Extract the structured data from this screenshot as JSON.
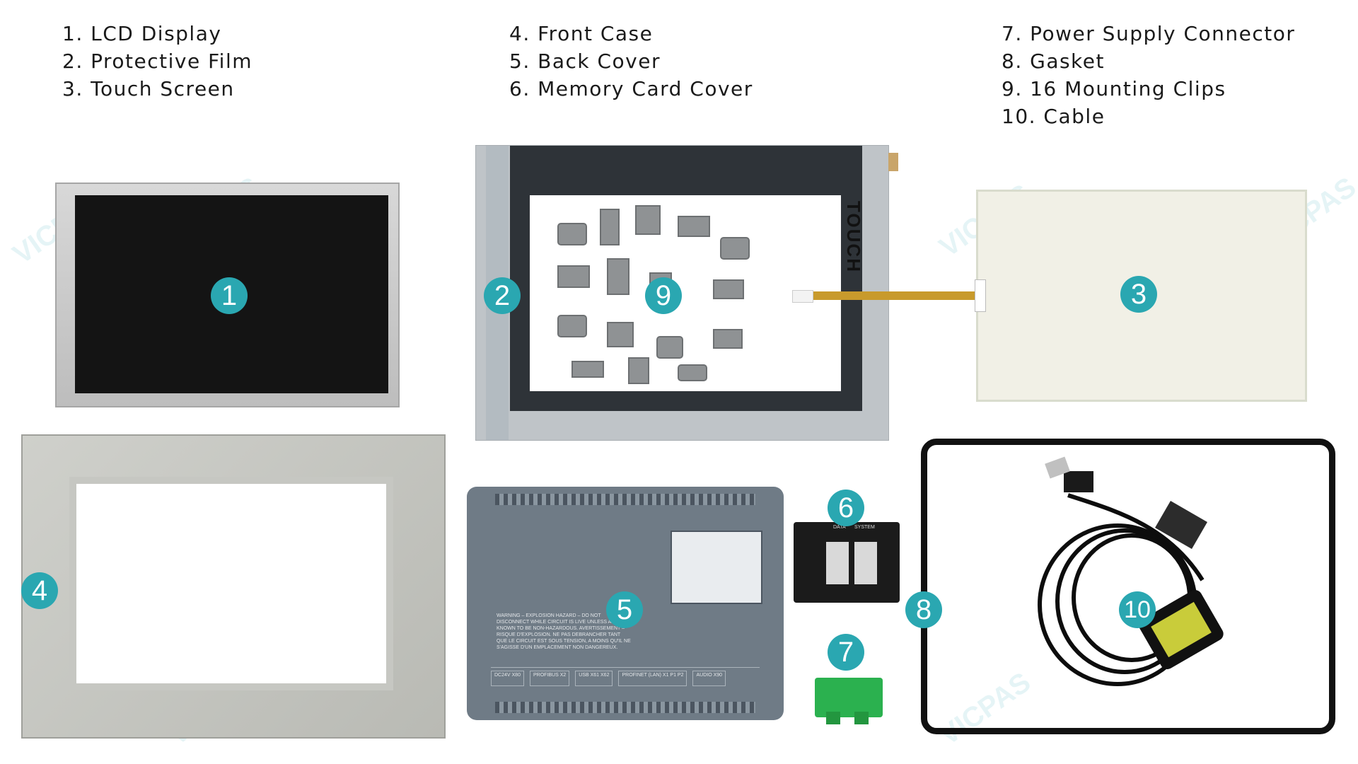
{
  "legend": {
    "col1": [
      "1. LCD Display",
      "2. Protective Film",
      "3. Touch Screen"
    ],
    "col2": [
      "4. Front Case",
      "5. Back Cover",
      "6. Memory Card Cover"
    ],
    "col3": [
      "7. Power Supply Connector",
      "8. Gasket",
      "9. 16 Mounting Clips",
      "10. Cable"
    ]
  },
  "badges": [
    "1",
    "2",
    "3",
    "4",
    "5",
    "6",
    "7",
    "8",
    "9",
    "10"
  ],
  "front_panel": {
    "touch_label": "TOUCH"
  },
  "memory_cover": {
    "data_label": "DATA",
    "system_label": "SYSTEM"
  },
  "back_cover": {
    "warning_text": "WARNING – EXPLOSION HAZARD – DO NOT DISCONNECT WHILE CIRCUIT IS LIVE UNLESS AREA IS KNOWN TO BE NON-HAZARDOUS. AVERTISSEMENT – RISQUE D'EXPLOSION. NE PAS DEBRANCHER TANT QUE LE CIRCUIT EST SOUS TENSION, A MOINS QU'IL NE S'AGISSE D'UN EMPLACEMENT NON DANGEREUX.",
    "port_labels": [
      "DC24V X80",
      "PROFIBUS X2",
      "USB X61 X62",
      "PROFINET (LAN) X1 P1 P2",
      "AUDIO X90"
    ]
  },
  "watermark_text": "VICPAS",
  "colors": {
    "badge": "#2aa7b1",
    "connector": "#2bb14f"
  }
}
